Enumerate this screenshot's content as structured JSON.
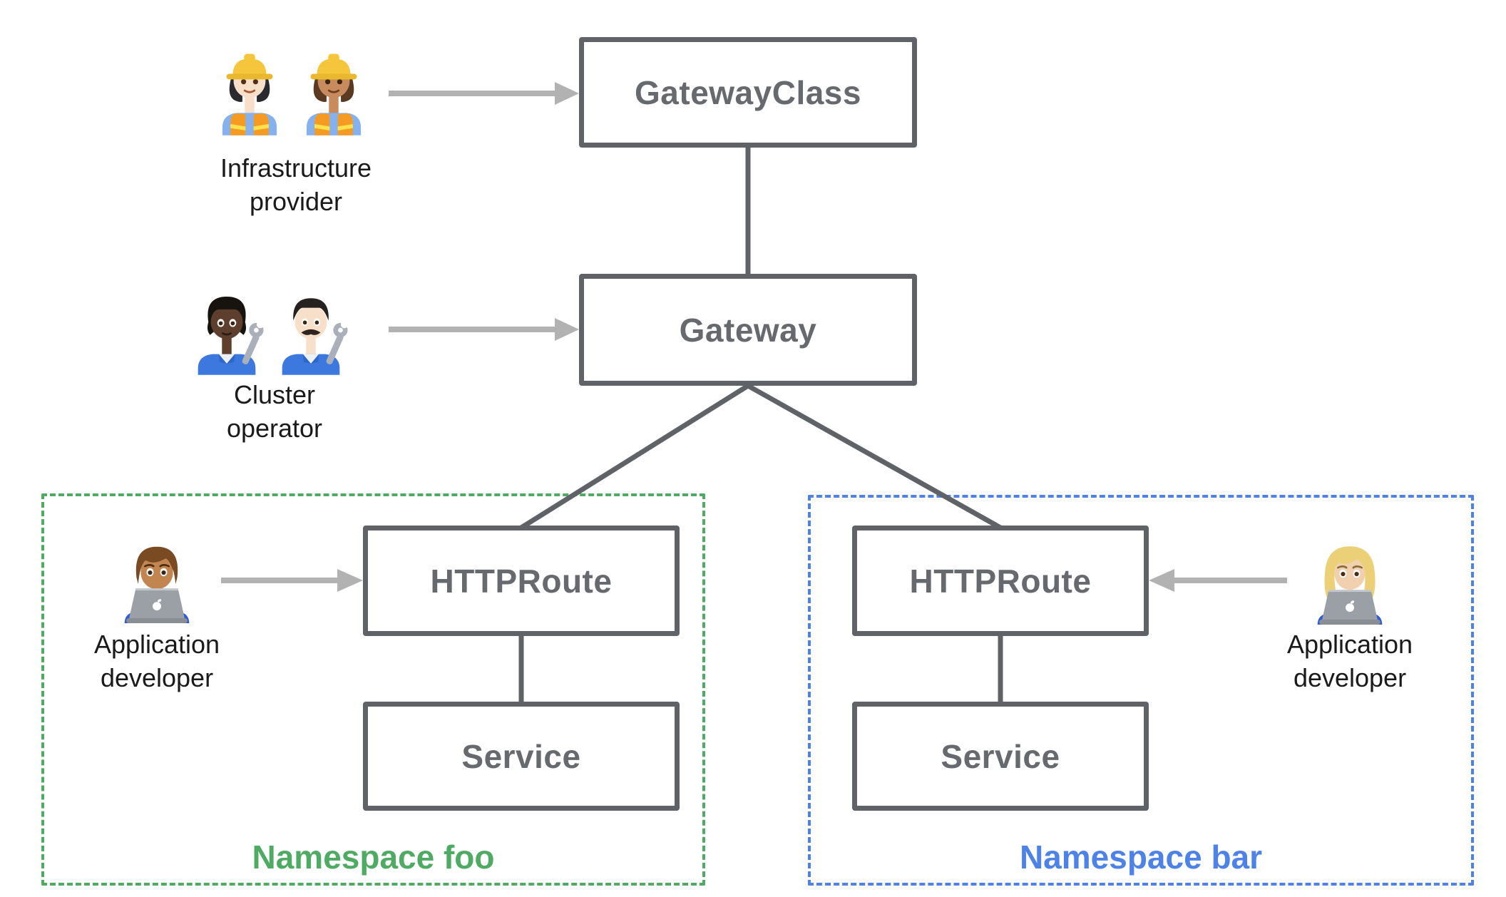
{
  "nodes": {
    "gateway_class": {
      "label": "GatewayClass"
    },
    "gateway": {
      "label": "Gateway"
    },
    "httproute_foo": {
      "label": "HTTPRoute"
    },
    "service_foo": {
      "label": "Service"
    },
    "httproute_bar": {
      "label": "HTTPRoute"
    },
    "service_bar": {
      "label": "Service"
    }
  },
  "namespaces": {
    "foo": {
      "label": "Namespace foo",
      "color": "#4faa63"
    },
    "bar": {
      "label": "Namespace bar",
      "color": "#4d82e8"
    }
  },
  "personas": {
    "infrastructure_provider": {
      "label": "Infrastructure provider",
      "emoji": "👷🏻‍♀️ 👷🏽‍♀️"
    },
    "cluster_operator": {
      "label": "Cluster operator",
      "emoji": "🧑🏿‍🔧 👨🏻‍🔧"
    },
    "app_developer_foo": {
      "label": "Application developer",
      "emoji": "👨🏽‍💻"
    },
    "app_developer_bar": {
      "label": "Application developer",
      "emoji": "👩🏼‍💻"
    }
  },
  "colors": {
    "node_border": "#5f6368",
    "node_text": "#66696d",
    "connector": "#5f6368",
    "arrow": "#b2b2b2",
    "persona_label": "#1a1a1a",
    "background": "#ffffff"
  }
}
